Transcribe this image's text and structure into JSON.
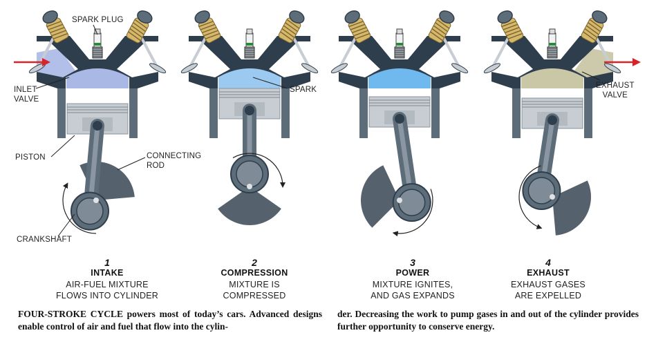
{
  "labels": {
    "spark_plug": "SPARK PLUG",
    "inlet_valve": "INLET\nVALVE",
    "piston": "PISTON",
    "connecting_rod": "CONNECTING\nROD",
    "crankshaft": "CRANKSHAFT",
    "spark": "SPARK",
    "exhaust_valve": "EXHAUST\nVALVE"
  },
  "stages": [
    {
      "number": "1",
      "name": "INTAKE",
      "description": "AIR-FUEL MIXTURE\nFLOWS INTO CYLINDER",
      "fill": "#aab8e6",
      "crank_angle": 210,
      "rotation": "cw"
    },
    {
      "number": "2",
      "name": "COMPRESSION",
      "description": "MIXTURE IS\nCOMPRESSED",
      "fill": "#9cc9ef",
      "crank_angle": 0,
      "rotation": "cw"
    },
    {
      "number": "3",
      "name": "POWER",
      "description": "MIXTURE IGNITES,\nAND GAS EXPANDS",
      "fill": "#6fb9ee",
      "crank_angle": 100,
      "rotation": "cw"
    },
    {
      "number": "4",
      "name": "EXHAUST",
      "description": "EXHAUST GASES\nARE EXPELLED",
      "fill": "#c9c7a6",
      "crank_angle": 300,
      "rotation": "ccw"
    }
  ],
  "caption": {
    "left": "FOUR-STROKE CYCLE powers most of today’s cars. Advanced designs enable control of air and fuel that flow into the cylin-",
    "right": "der. Decreasing the work to pump gases in and out of the cylinder provides further opportunity to conserve energy."
  },
  "colors": {
    "metal_dark": "#2f3e4c",
    "metal_mid": "#5d6c79",
    "metal_light": "#c7cdd2",
    "crank_weight": "#55626e",
    "arrow_red": "#d8232a",
    "spring": "#d6b86a"
  }
}
